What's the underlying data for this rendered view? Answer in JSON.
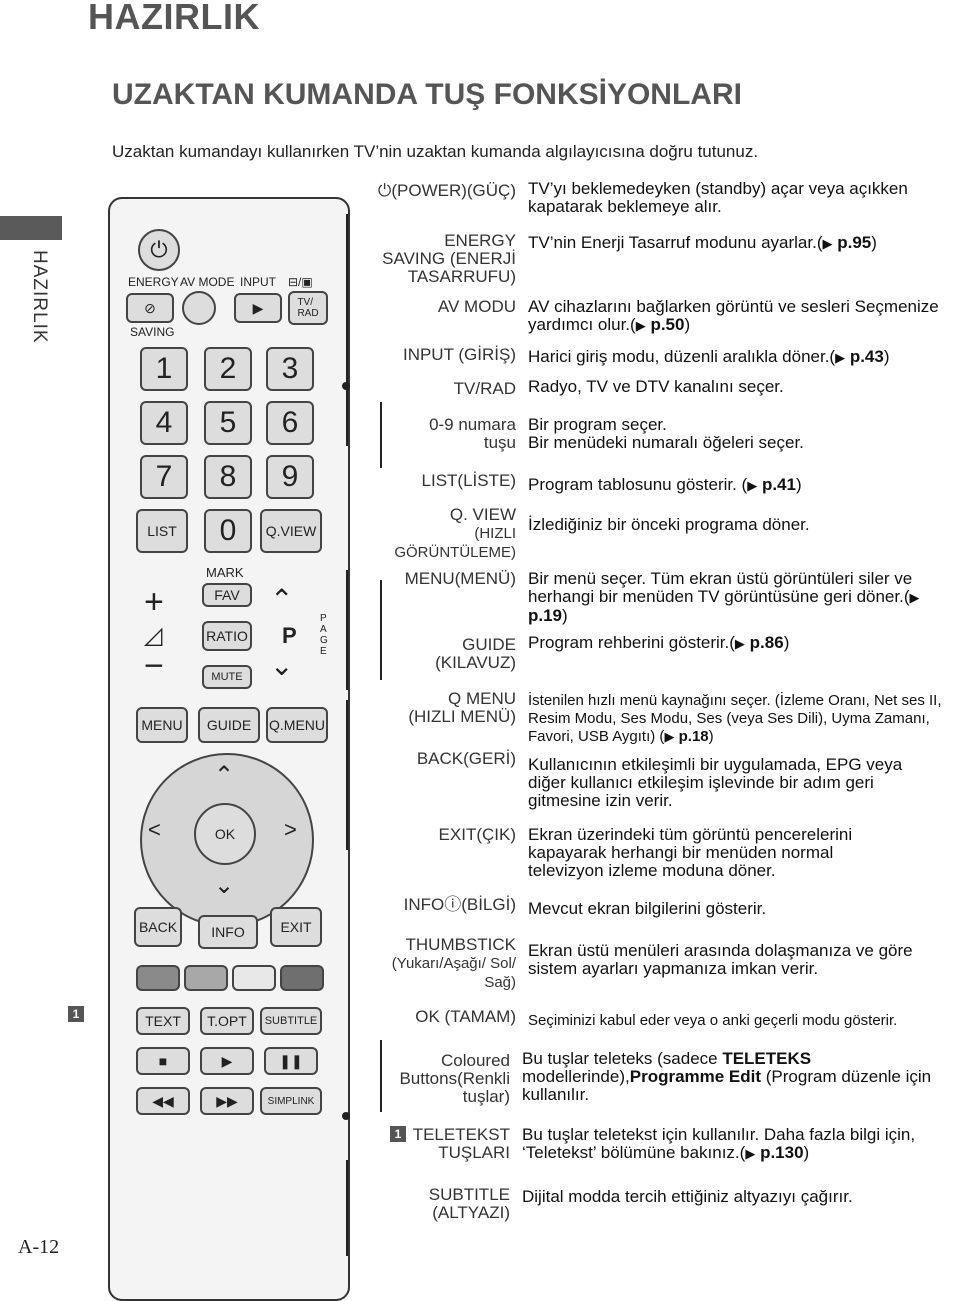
{
  "header": {
    "section_title": "HAZIRLIK",
    "subtitle": "UZAKTAN KUMANDA TUŞ FONKSİYONLARI",
    "intro": "Uzaktan kumandayı kullanırken TV’nin uzaktan kumanda algılayıcısına doğru tutunuz.",
    "side_label": "HAZIRLIK",
    "page_number": "A-12",
    "marker": "1"
  },
  "remote": {
    "top_labels": [
      "ENERGY",
      "AV MODE",
      "INPUT",
      "⊟/▣"
    ],
    "saving": "SAVING",
    "tv_rad": "TV/\nRAD",
    "digits": [
      "1",
      "2",
      "3",
      "4",
      "5",
      "6",
      "7",
      "8",
      "9"
    ],
    "list": "LIST",
    "zero": "0",
    "qview": "Q.VIEW",
    "mark": "MARK",
    "fav": "FAV",
    "ratio": "RATIO",
    "mute": "MUTE",
    "page": "P\nA\nG\nE",
    "p": "P",
    "menu": "MENU",
    "guide": "GUIDE",
    "qmenu": "Q.MENU",
    "ok": "OK",
    "back": "BACK",
    "info": "INFO",
    "exit": "EXIT",
    "text": "TEXT",
    "topt": "T.OPT",
    "subtitle": "SUBTITLE",
    "simplink": "SIMPLINK",
    "colors": {
      "red": "#8a8a8a",
      "green": "#a8a8a8",
      "yellow": "#e8e8e8",
      "blue": "#6f6f6f"
    }
  },
  "rows": [
    {
      "label": "(POWER)(GÜÇ)",
      "desc": "TV’yı beklemedeyken (standby) açar veya açıkken kapatarak beklemeye alır."
    },
    {
      "label": "ENERGY\nSAVING (ENERJİ\nTASARRUFU)",
      "desc": "TV’nin Enerji Tasarruf modunu ayarlar.(",
      "ref": "p.95",
      "tail": ")"
    },
    {
      "label": "AV MODU",
      "desc": "AV cihazlarını bağlarken görüntü ve sesleri Seçmenize yardımcı olur.(",
      "ref": "p.50",
      "tail": ")"
    },
    {
      "label": "INPUT (GİRİŞ)",
      "desc": "Harici giriş modu, düzenli aralıkla döner.(",
      "ref": "p.43",
      "tail": ")"
    },
    {
      "label": "TV/RAD",
      "desc": "Radyo, TV ve DTV kanalını seçer."
    },
    {
      "label": "0-9 numara\ntuşu",
      "desc": "Bir program seçer.",
      "desc2": "Bir menüdeki numaralı öğeleri seçer."
    },
    {
      "label": "LIST(LİSTE)",
      "desc": "Program tablosunu gösterir. (",
      "ref": "p.41",
      "tail": ")"
    },
    {
      "label": "Q. VIEW",
      "label_small": "(HIZLI\nGÖRÜNTÜLEME)",
      "desc": "İzlediğiniz bir önceki programa döner."
    },
    {
      "label": "MENU(MENÜ)",
      "desc": "Bir menü seçer. Tüm ekran üstü görüntüleri siler ve herhangi bir menüden TV görüntüsüne geri döner.(",
      "ref": "p.19",
      "tail": ")"
    },
    {
      "label": "GUIDE\n(KILAVUZ)",
      "desc": "Program rehberini gösterir.(",
      "ref": "p.86",
      "tail": ")"
    },
    {
      "label": "Q MENU\n(HIZLI MENÜ)",
      "desc": "İstenilen hızlı menü kaynağını seçer. (İzleme Oranı, Net ses II, Resim Modu, Ses Modu, Ses (veya Ses Dili), Uyma Zamanı, Favori, USB Aygıtı) (",
      "ref": "p.18",
      "tail": ")"
    },
    {
      "label": "BACK(GERİ)",
      "desc": "Kullanıcının etkileşimli bir uygulamada, EPG veya diğer kullanıcı etkileşim işlevinde bir adım geri gitmesine izin verir."
    },
    {
      "label": "EXIT(ÇIK)",
      "desc": "Ekran üzerindeki tüm görüntü pencerelerini kapayarak herhangi bir menüden normal televizyon izleme moduna döner."
    },
    {
      "label": "INFO",
      "label_tail": "(BİLGİ)",
      "desc": "Mevcut ekran bilgilerini gösterir."
    },
    {
      "label": "THUMBSTICK",
      "label_small": "(Yukarı/Aşağı/ Sol/\nSağ)",
      "desc": "Ekran üstü menüleri arasında dolaşmanıza ve göre sistem ayarları yapmanıza imkan verir."
    },
    {
      "label": "OK (TAMAM)",
      "desc": "Seçiminizi kabul eder veya o anki geçerli modu gösterir."
    },
    {
      "label": "Coloured\nButtons(Renkli\ntuşlar)",
      "desc_a": "Bu tuşlar teleteks (sadece ",
      "desc_b": "TELETEKS",
      "desc_c": " modellerinde),",
      "desc_d": "Programme Edit",
      "desc_e": " (Program düzenle için kullanılır."
    },
    {
      "label": "TELETEKST\nTUŞLARI",
      "marker": "1",
      "desc": "Bu tuşlar teletekst için kullanılır. Daha fazla bilgi için, ‘Teletekst’ bölümüne bakınız.(",
      "ref": "p.130",
      "tail": ")"
    },
    {
      "label": "SUBTITLE\n(ALTYAZI)",
      "desc": "Dijital modda tercih ettiğiniz altyazıyı çağırır."
    }
  ]
}
